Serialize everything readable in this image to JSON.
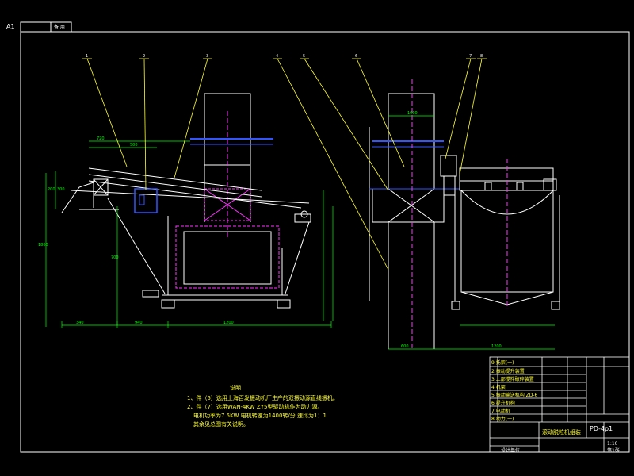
{
  "header": {
    "sheet_code": "A1",
    "tag": "备 用"
  },
  "callouts": [
    "1",
    "2",
    "3",
    "4",
    "5",
    "6",
    "7",
    "8"
  ],
  "notes": {
    "title": "说明",
    "lines": [
      "1、件（5）选用上海百发振动机厂生产的双振动源直线振机。",
      "2、件（7）选用WAN-4KW ZY5型驱动机作为动力源。",
      "电机功率为7.5KW   电机转速为1400转/分   速比为1：1",
      "其余见总图有关说明。"
    ]
  },
  "dimensions": {
    "side_top": [
      "720",
      "500"
    ],
    "side_left": [
      "200",
      "300"
    ],
    "side_bottom": [
      "340",
      "940",
      "1200"
    ],
    "side_vertical": [
      "1860",
      "700"
    ],
    "front_top": [
      "1000"
    ],
    "front_bottom": [
      "600",
      "1200"
    ]
  },
  "title_block": {
    "parts": [
      "2  振动提升装置",
      "3  上部搅拌破碎装置",
      "4  机架",
      "5  振动输送机构 ZD-6",
      "6  提升机构",
      "7  电动机",
      "8  动力(一)",
      "9  托架(一)"
    ],
    "drawing_no": "PD-4p1",
    "drawing_name": "滚动脱粒机组装",
    "scale": "1:10",
    "sheet": "第1张",
    "footer_left": "设计单位"
  },
  "colors": {
    "background": "#000000",
    "line": "#ffffff",
    "leader": "#ffff00",
    "dimension": "#00ff00",
    "magenta": "#ff33ff",
    "blue": "#3355ff",
    "cyan": "#00ffff"
  }
}
